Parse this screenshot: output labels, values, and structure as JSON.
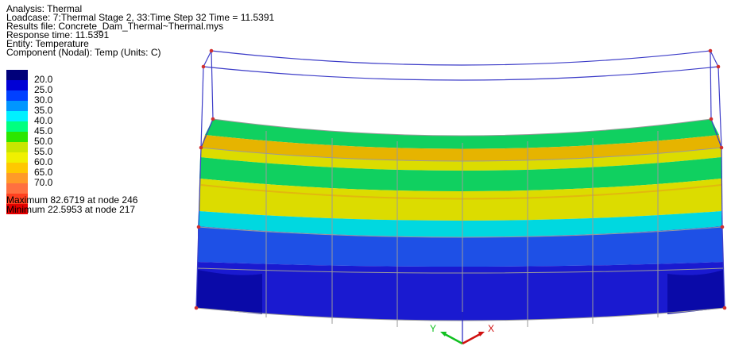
{
  "header": {
    "analysis": "Analysis: Thermal",
    "loadcase": "Loadcase: 7:Thermal Stage 2, 33:Time Step 32 Time = 11.5391",
    "results_file": "Results file: Concrete_Dam_Thermal~Thermal.mys",
    "response_time": "Response time: 11.5391",
    "entity": "Entity: Temperature",
    "component": "Component (Nodal): Temp (Units: C)"
  },
  "legend": {
    "colors": [
      "#00007a",
      "#0000d6",
      "#0040ff",
      "#0096ff",
      "#00f0ff",
      "#00ff80",
      "#2ce600",
      "#c8e600",
      "#f0f000",
      "#ffc800",
      "#ff9a28",
      "#ff7040",
      "#ff4020",
      "#e60000"
    ],
    "labels": [
      "20.0",
      "25.0",
      "30.0",
      "35.0",
      "40.0",
      "45.0",
      "50.0",
      "55.0",
      "60.0",
      "65.0",
      "70.0"
    ]
  },
  "extrema": {
    "maximum": "Maximum 82.6719 at node 246",
    "minimum": "Minimum 22.5953 at node 217"
  },
  "axes": {
    "y_label": "Y",
    "x_label": "X"
  },
  "model_colors": {
    "wire": "#3c3cc8",
    "node": "#d03030",
    "mesh": "#9a9a9a",
    "deep_blue": "#1a1ad0",
    "dark_blue": "#0a0aa8",
    "blue": "#1e50e6",
    "cyan": "#00d8e0",
    "green": "#10d060",
    "yellow": "#dcdc00",
    "orange": "#e6b400"
  }
}
